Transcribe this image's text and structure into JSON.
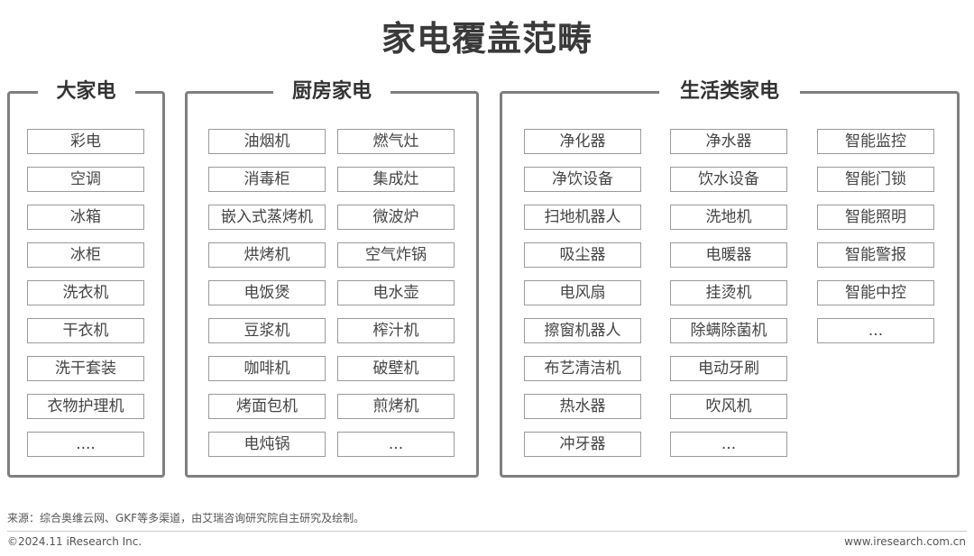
{
  "title": "家电覆盖范畴",
  "panels": [
    {
      "title": "大家电",
      "columns": [
        [
          "彩电",
          "空调",
          "冰箱",
          "冰柜",
          "洗衣机",
          "干衣机",
          "洗干套装",
          "衣物护理机",
          "...."
        ]
      ]
    },
    {
      "title": "厨房家电",
      "columns": [
        [
          "油烟机",
          "消毒柜",
          "嵌入式蒸烤机",
          "烘烤机",
          "电饭煲",
          "豆浆机",
          "咖啡机",
          "烤面包机",
          "电炖锅"
        ],
        [
          "燃气灶",
          "集成灶",
          "微波炉",
          "空气炸锅",
          "电水壶",
          "榨汁机",
          "破壁机",
          "煎烤机",
          "..."
        ]
      ]
    },
    {
      "title": "生活类家电",
      "columns": [
        [
          "净化器",
          "净饮设备",
          "扫地机器人",
          "吸尘器",
          "电风扇",
          "擦窗机器人",
          "布艺清洁机",
          "热水器",
          "冲牙器"
        ],
        [
          "净水器",
          "饮水设备",
          "洗地机",
          "电暖器",
          "挂烫机",
          "除螨除菌机",
          "电动牙刷",
          "吹风机",
          "..."
        ],
        [
          "智能监控",
          "智能门锁",
          "智能照明",
          "智能警报",
          "智能中控",
          "..."
        ]
      ]
    }
  ],
  "footer": {
    "source": "来源：综合奥维云网、GKF等多渠道，由艾瑞咨询研究院自主研究及绘制。",
    "copyright": "©2024.11 iResearch Inc.",
    "url": "www.iresearch.com.cn"
  }
}
